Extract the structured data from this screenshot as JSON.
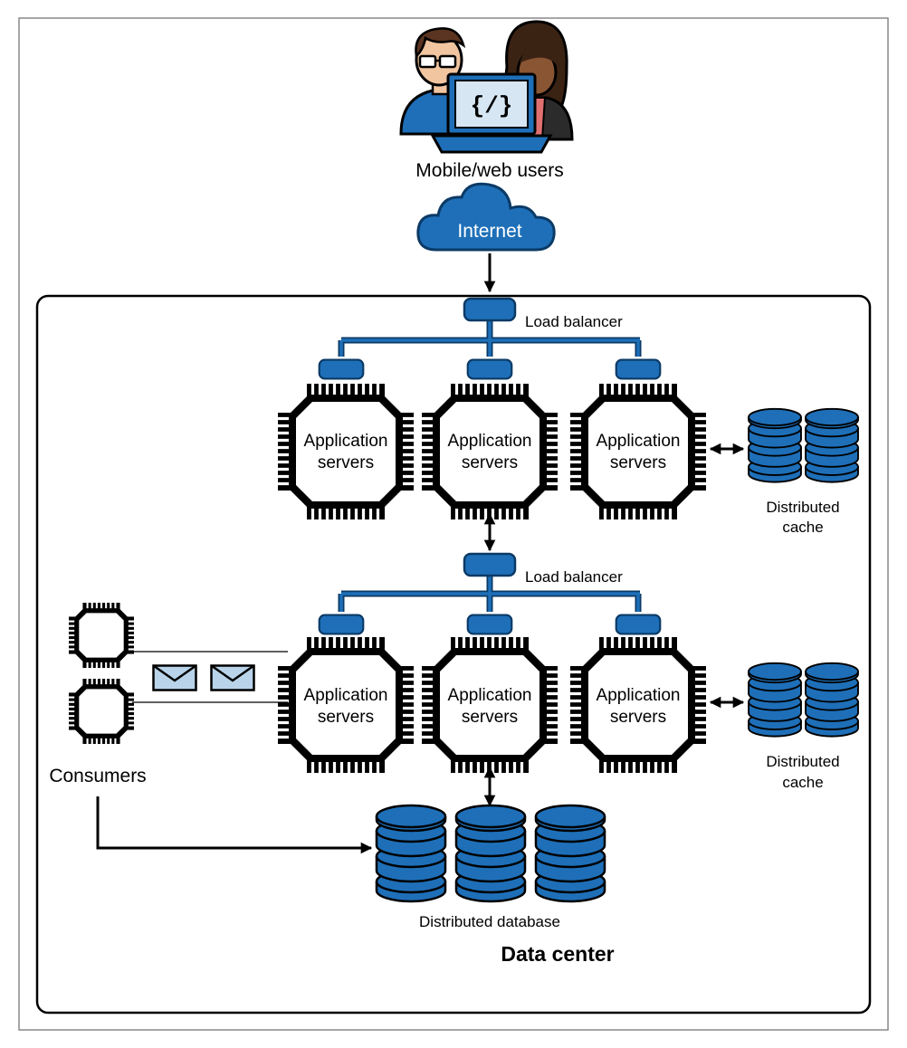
{
  "users": {
    "code_glyph": "{/}",
    "label": "Mobile/web users"
  },
  "internet": {
    "label": "Internet"
  },
  "tier1": {
    "load_balancer_label": "Load balancer",
    "server_label_line1": "Application",
    "server_label_line2": "servers",
    "cache_label_line1": "Distributed",
    "cache_label_line2": "cache"
  },
  "tier2": {
    "load_balancer_label": "Load balancer",
    "server_label_line1": "Application",
    "server_label_line2": "servers",
    "cache_label_line1": "Distributed",
    "cache_label_line2": "cache"
  },
  "consumers": {
    "label": "Consumers"
  },
  "database": {
    "label": "Distributed database"
  },
  "datacenter": {
    "label": "Data center"
  },
  "colors": {
    "blue": "#1e6fb8",
    "blue_dark": "#0b3a66",
    "message": "#b9d4ea",
    "outline": "#000000"
  }
}
